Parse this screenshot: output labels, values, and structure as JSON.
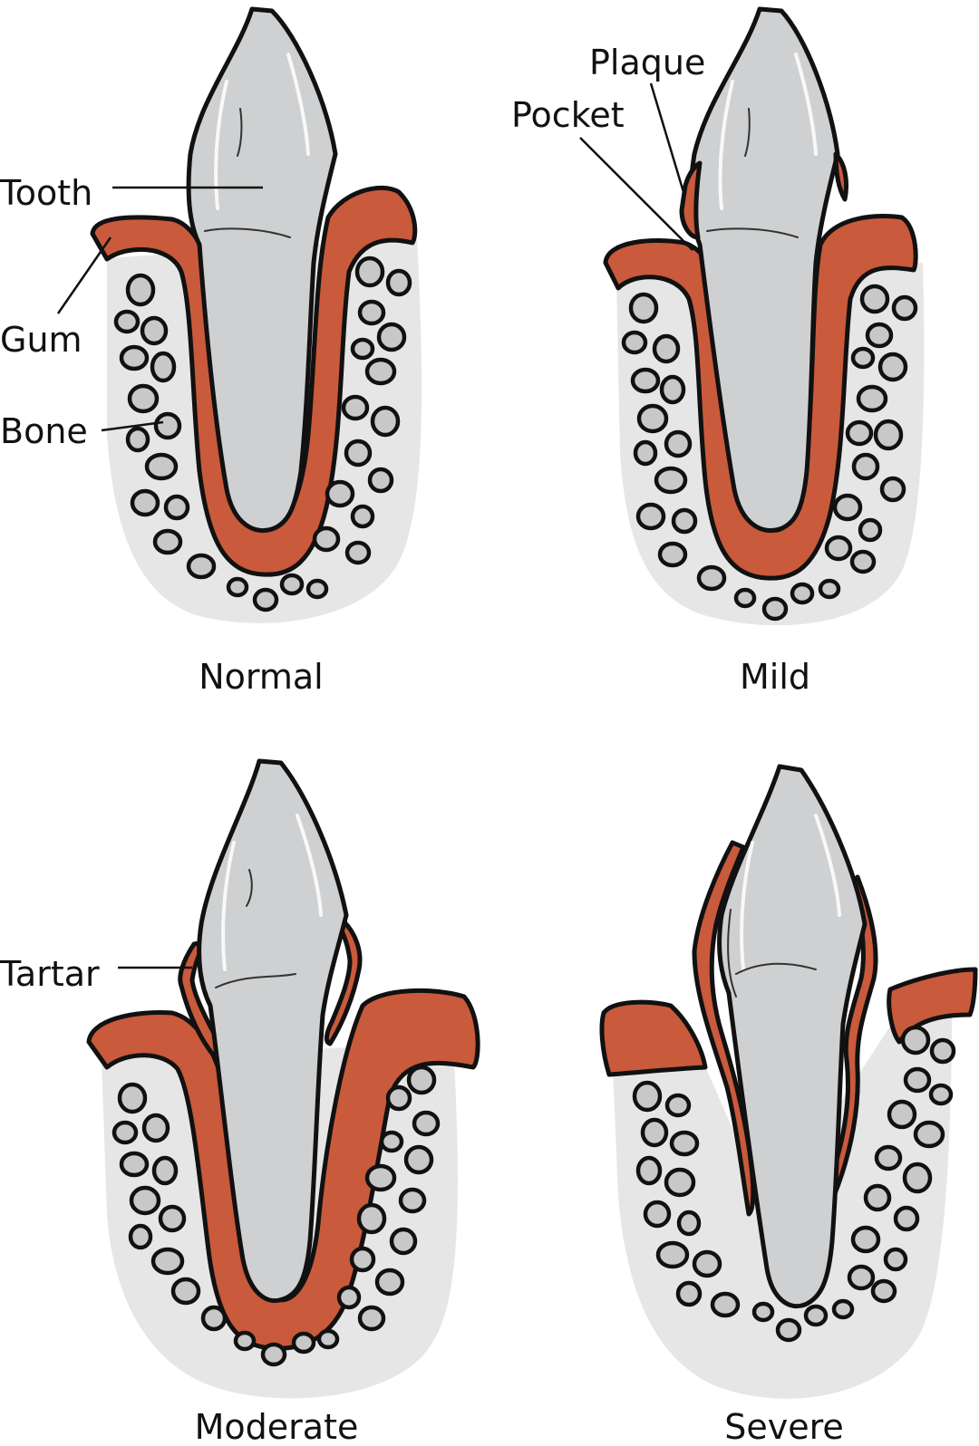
{
  "colors": {
    "tooth": "#cfd0d1",
    "gum": "#c95a3c",
    "bone": "#e6e6e6",
    "pore": "#c8c8c8",
    "outline": "#111111"
  },
  "panels": [
    {
      "id": "normal",
      "caption": "Normal"
    },
    {
      "id": "mild",
      "caption": "Mild"
    },
    {
      "id": "moderate",
      "caption": "Moderate"
    },
    {
      "id": "severe",
      "caption": "Severe"
    }
  ],
  "labels": {
    "tooth": "Tooth",
    "gum": "Gum",
    "bone": "Bone",
    "plaque": "Plaque",
    "pocket": "Pocket",
    "tartar": "Tartar"
  }
}
